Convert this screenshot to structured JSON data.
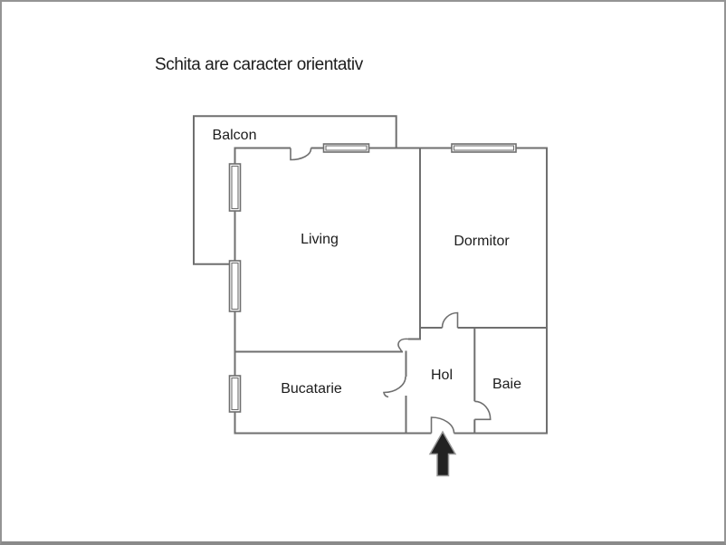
{
  "title": "Schita are caracter orientativ",
  "rooms": {
    "balcon": "Balcon",
    "living": "Living",
    "dormitor": "Dormitor",
    "bucatarie": "Bucatarie",
    "hol": "Hol",
    "baie": "Baie"
  },
  "icons": {
    "entrance_arrow": "black up-arrow marking apartment entrance",
    "windows": "double-line rectangle window symbols",
    "doors": "quarter-arc door swing symbols"
  },
  "colors": {
    "wall": "#6f6f6f",
    "text": "#1c1c1c",
    "background": "#ffffff",
    "page-border": "#949494",
    "page-border-bottom": "#8a8a8a",
    "arrow-fill": "#222222",
    "arrow-outline": "#9a9a9a"
  }
}
